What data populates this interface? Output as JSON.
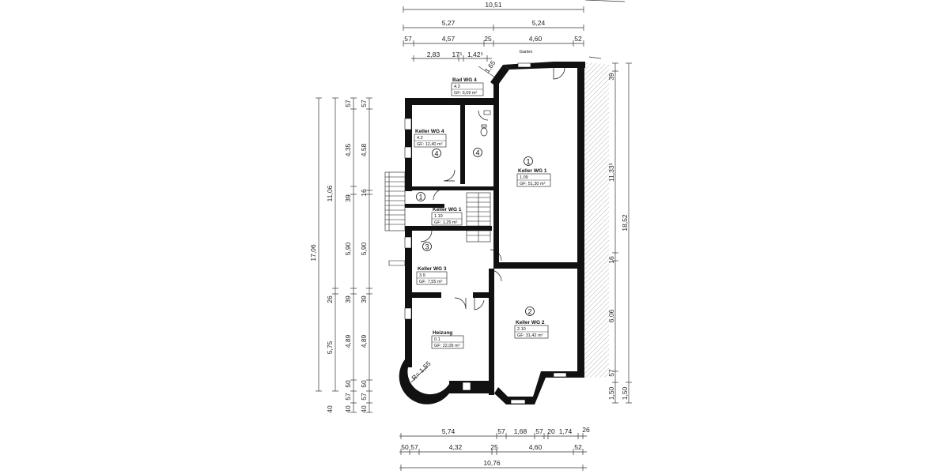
{
  "top_dims": {
    "total": "10,51",
    "row2": [
      "5,27",
      "5,24"
    ],
    "row3": [
      "57",
      "4,57",
      "25",
      "4,60",
      "52"
    ],
    "row4": [
      "2,83",
      "17⁵",
      "1,42⁵"
    ],
    "diag": "1,65",
    "garten": "Garten"
  },
  "bottom_dims": {
    "row1": [
      "5,74",
      "57",
      "1,68",
      "57",
      "20",
      "1,74",
      "26"
    ],
    "row2": [
      "50",
      "57",
      "4,32",
      "25",
      "4,60",
      "52"
    ],
    "total": "10,76"
  },
  "left_dims": {
    "total": "17,06",
    "col2": [
      "11,06",
      "26",
      "5,75",
      "40"
    ],
    "col3": [
      "57",
      "4,35",
      "39",
      "5,90",
      "39",
      "4,89",
      "50",
      "57",
      "40"
    ],
    "col4": [
      "57",
      "4,58",
      "16",
      "5,90",
      "39",
      "4,89",
      "50",
      "57",
      "40"
    ]
  },
  "right_dims": {
    "col1": [
      "39",
      "11,33⁵",
      "16",
      "6,06",
      "57",
      "1,50"
    ],
    "col2": [
      "18,52",
      "1,50"
    ]
  },
  "rooms": [
    {
      "number": "4",
      "name": "Bad WG 4",
      "id": "4.3",
      "area": "GF: 6,09 m²"
    },
    {
      "number": "4",
      "name": "Keller WG 4",
      "id": "4.2",
      "area": "GF: 12,40 m²"
    },
    {
      "number": "1",
      "name": "Keller WG 1",
      "id": "1.09",
      "area": "GF: 51,30 m²"
    },
    {
      "number": "1",
      "name": "Keller WG 1",
      "id": "1.10",
      "area": "GF: 1,25 m²"
    },
    {
      "number": "3",
      "name": "Keller WG 3",
      "id": "3.9",
      "area": "GF: 7,55 m²"
    },
    {
      "number": "",
      "name": "Heizung",
      "id": "0.1",
      "area": "GF: 22,09 m²"
    },
    {
      "number": "2",
      "name": "Keller WG 2",
      "id": "2.10",
      "area": "GF: 31,42 m²"
    }
  ],
  "radius_note": "R= 1,55"
}
